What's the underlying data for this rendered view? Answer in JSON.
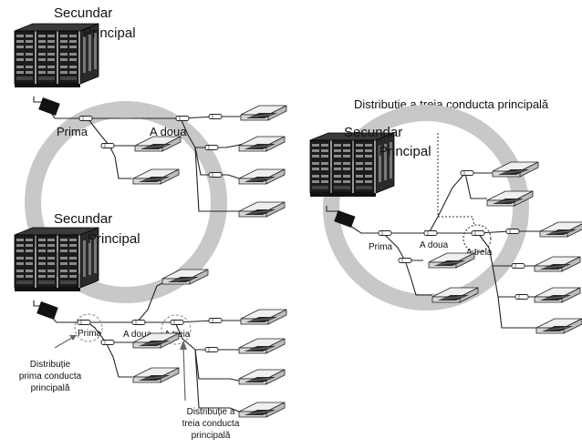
{
  "diagram1": {
    "secondary_label": "Secundar",
    "main_label": "Principal",
    "first_label": "Prima",
    "second_label": "A doua"
  },
  "diagram2": {
    "secondary_label": "Secundar",
    "main_label": "Principal",
    "first_label": "Prima",
    "second_label": "A doua",
    "third_label": "A treia",
    "note_first_line1": "Distribuție",
    "note_first_line2": "prima conducta",
    "note_first_line3": "principală",
    "note_third_line1": "Distribuție a",
    "note_third_line2": "treia conducta",
    "note_third_line3": "principală"
  },
  "diagram3": {
    "title": "Distribuție a treia conducta principală",
    "secondary_label": "Secundar",
    "main_label": "Principal",
    "first_label": "Prima",
    "second_label": "A doua",
    "third_label": "A treia"
  },
  "colors": {
    "ring": "#c8c8c8",
    "outdoor_unit": "#1c1c1c",
    "indoor_unit": "#dcdcdc"
  },
  "icons": [
    "outdoor-unit-icon",
    "cassette-indoor-unit-icon",
    "branch-joint-icon"
  ]
}
